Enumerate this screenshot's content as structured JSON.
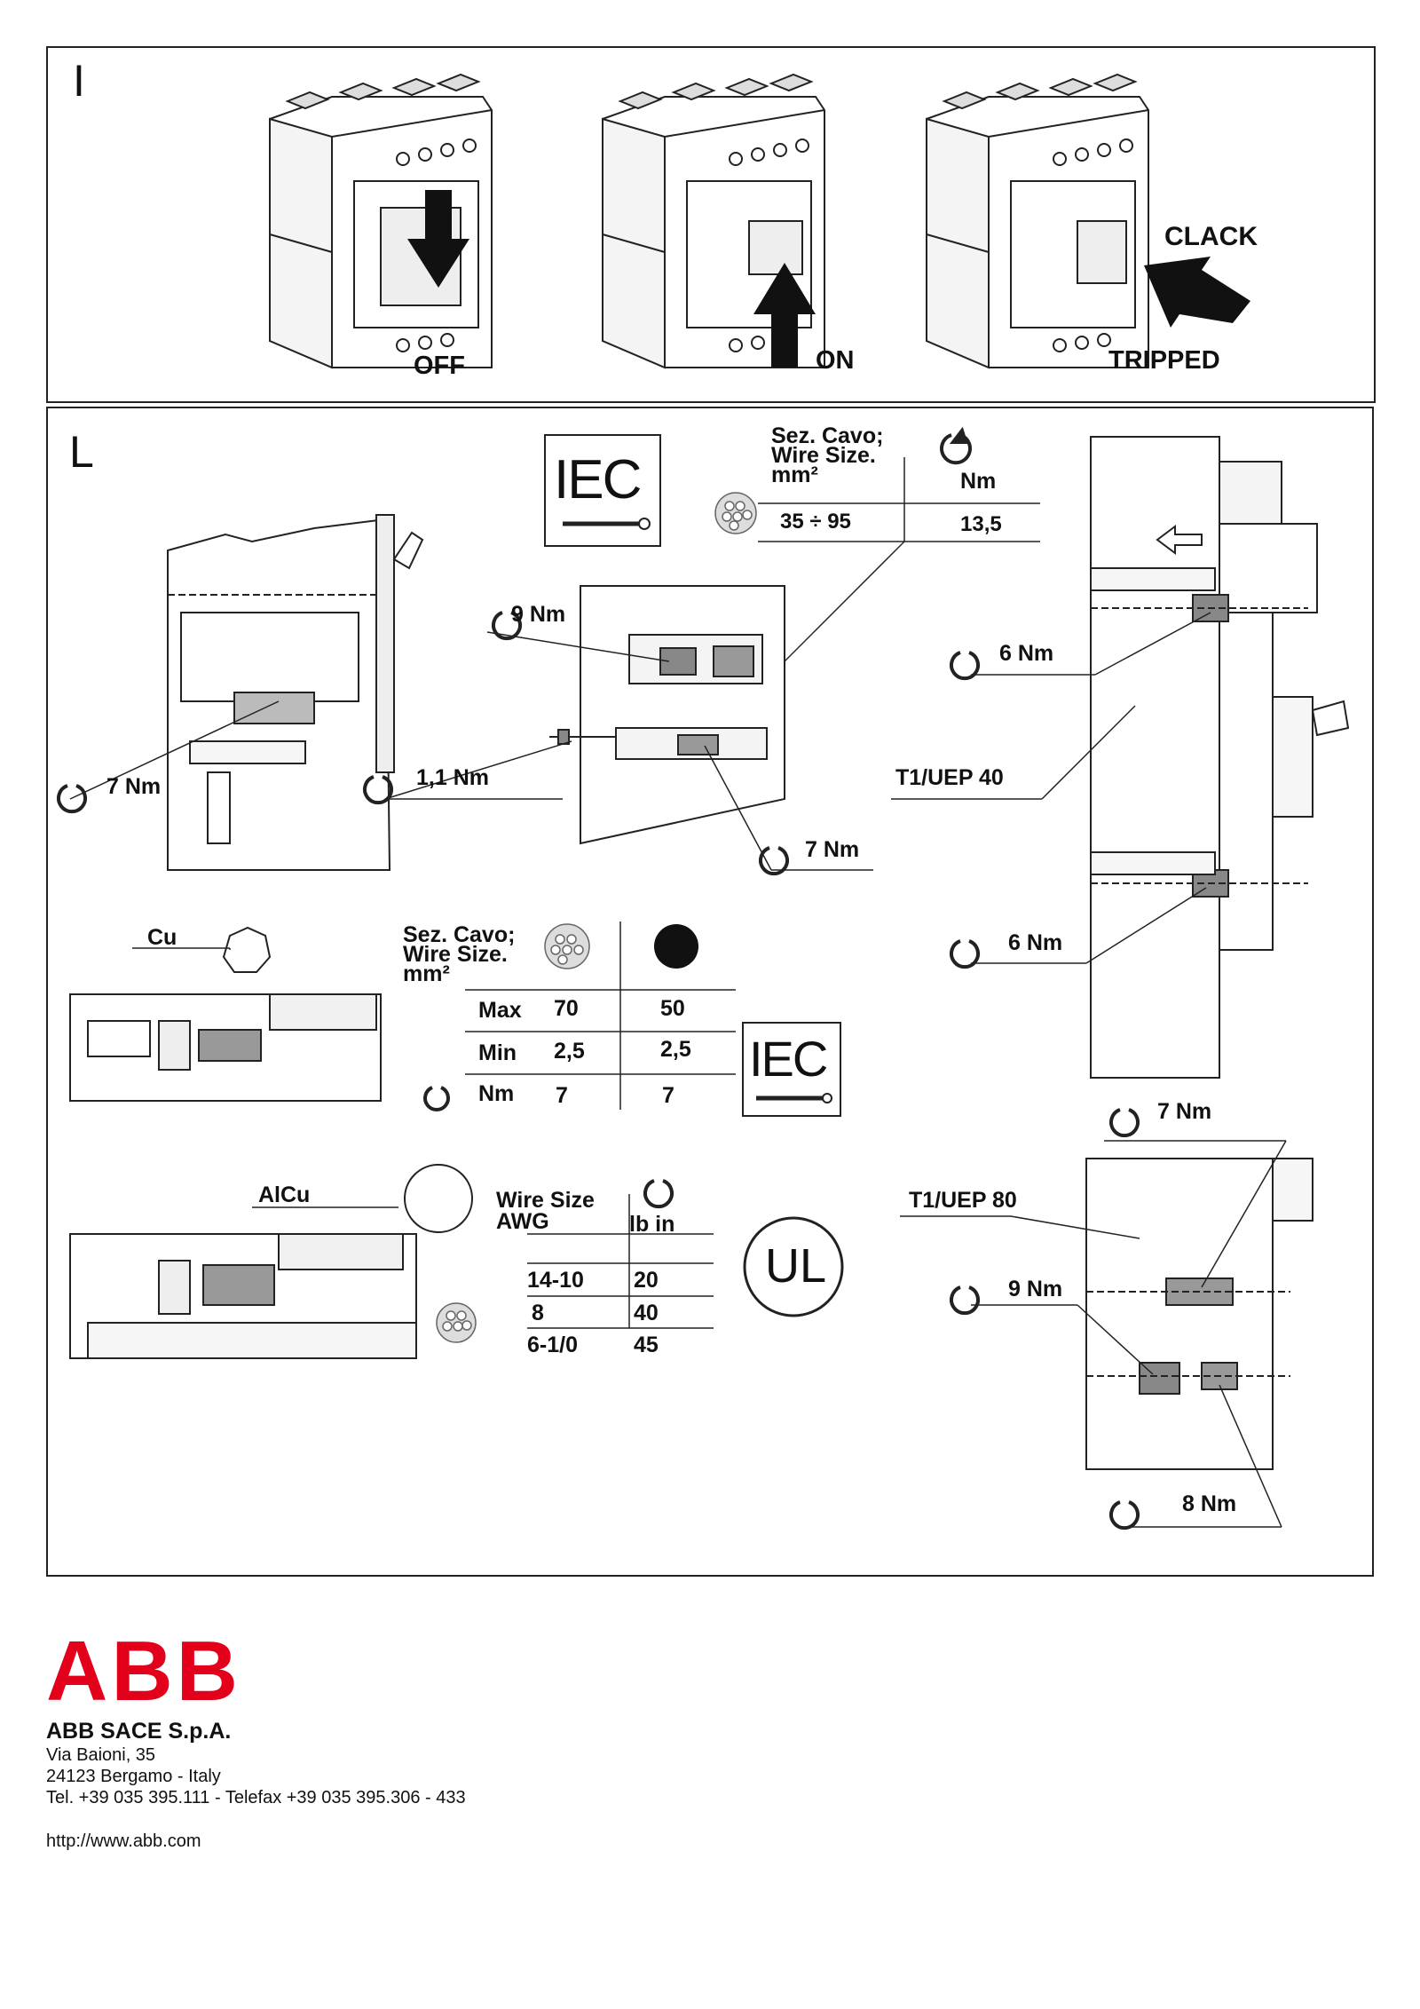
{
  "panel_i": {
    "label": "I",
    "positions": {
      "off": "OFF",
      "on": "ON",
      "tripped": "TRIPPED",
      "clack": "CLACK"
    }
  },
  "panel_l": {
    "label": "L",
    "iec_mark": "IEC",
    "ul_mark": "UL",
    "top_table": {
      "header_wire": "Sez. Cavo;\nWire Size.\nmm²",
      "header_torque": "Nm",
      "row": {
        "wire": "35 ÷ 95",
        "torque": "13,5"
      }
    },
    "torques": {
      "t9nm_a": "9 Nm",
      "t7nm_a": "7 Nm",
      "t11nm": "1,1 Nm",
      "t7nm_b": "7 Nm",
      "t6nm_a": "6 Nm",
      "t6nm_b": "6 Nm",
      "t7nm_c": "7 Nm",
      "t9nm_b": "9 Nm",
      "t8nm": "8 Nm"
    },
    "models": {
      "uep40": "T1/UEP 40",
      "uep80": "T1/UEP 80"
    },
    "materials": {
      "cu": "Cu",
      "alcu": "AlCu"
    },
    "mid_table": {
      "header": "Sez. Cavo;\nWire Size.\nmm²",
      "rows": [
        {
          "label": "Max",
          "stranded": "70",
          "solid": "50"
        },
        {
          "label": "Min",
          "stranded": "2,5",
          "solid": "2,5"
        },
        {
          "label": "Nm",
          "stranded": "7",
          "solid": "7"
        }
      ]
    },
    "ul_table": {
      "header_wire": "Wire Size\nAWG",
      "header_torque": "lb in",
      "rows": [
        {
          "awg": "14-10",
          "torque": "20"
        },
        {
          "awg": "8",
          "torque": "40"
        },
        {
          "awg": "6-1/0",
          "torque": "45"
        }
      ]
    }
  },
  "footer": {
    "logo": "ABB",
    "company": "ABB SACE S.p.A.",
    "address1": "Via Baioni, 35",
    "address2": "24123 Bergamo - Italy",
    "phone": "Tel. +39 035 395.111 - Telefax  +39 035 395.306 - 433",
    "url": "http://www.abb.com"
  },
  "colors": {
    "abb_red": "#e2001a",
    "line": "#222222",
    "shade": "#8a8a8a"
  }
}
